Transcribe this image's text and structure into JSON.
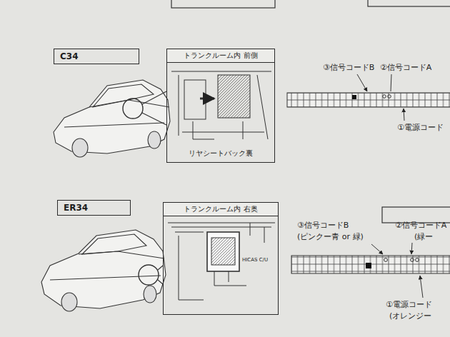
{
  "diagram": {
    "nodes": [
      {
        "text": [
          "C34"
        ]
      },
      {
        "text": [
          "トランクルーム内 前側",
          "リヤシートバック裏"
        ]
      },
      {
        "text": [
          "ER34"
        ]
      },
      {
        "text": [
          "トランクルーム内 右奥"
        ]
      }
    ],
    "labels": [
      "③信号コードB",
      "②信号コードA",
      "①電源コード",
      "HICAS C/U",
      "③信号コードB",
      "(ピンクー青 or 緑)",
      "②信号コードA",
      "(緑ー",
      "①電源コード",
      "(オレンジー"
    ]
  }
}
